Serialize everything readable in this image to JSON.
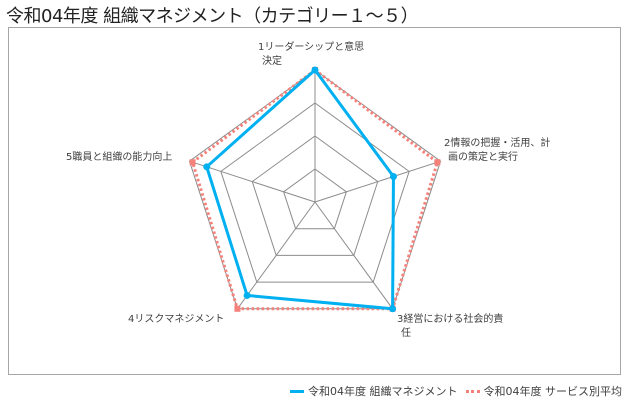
{
  "title": "令和04年度 組織マネジメント（カテゴリー１～５）",
  "chart_data": {
    "type": "radar",
    "title": "令和04年度 組織マネジメント（カテゴリー１～５）",
    "categories": [
      [
        "1リーダーシップと意思",
        "決定"
      ],
      [
        "2情報の把握・活用、計",
        "画の策定と実行"
      ],
      [
        "3経営における社会的責",
        "任"
      ],
      [
        "4リスクマネジメント"
      ],
      [
        "5職員と組織の能力向上"
      ]
    ],
    "rmax": 4,
    "rings": [
      1,
      2,
      3,
      4
    ],
    "series": [
      {
        "name": "令和04年度 組織マネジメント",
        "color": "#00b0f0",
        "style": "solid",
        "values": [
          4.0,
          2.5,
          4.0,
          3.5,
          3.45
        ]
      },
      {
        "name": "令和04年度 サービス別平均",
        "color": "#f4827a",
        "style": "dotted",
        "values": [
          4.0,
          3.9,
          4.0,
          4.0,
          3.9
        ]
      }
    ],
    "legend": "bottom-right"
  }
}
